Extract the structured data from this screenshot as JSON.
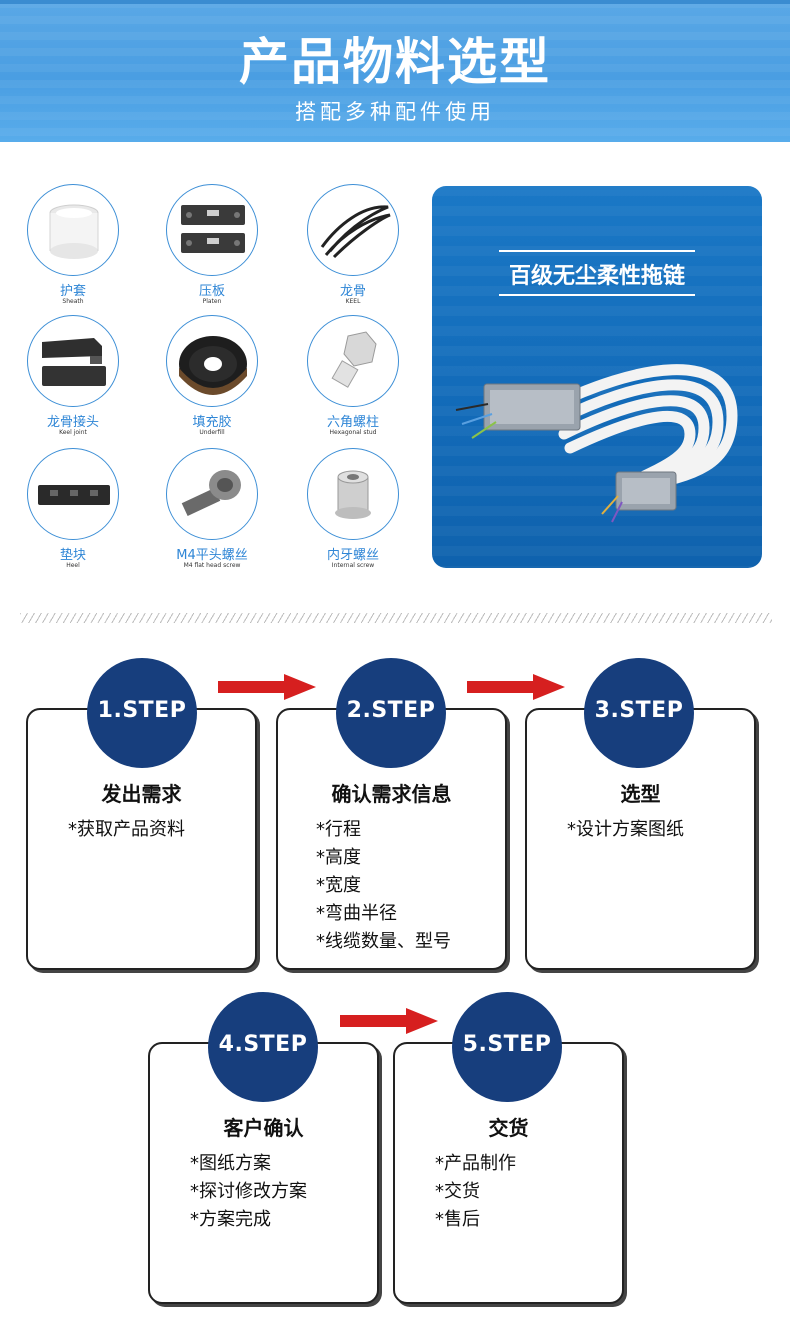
{
  "header": {
    "title": "产品物料选型",
    "subtitle": "搭配多种配件使用"
  },
  "parts": [
    {
      "cn": "护套",
      "en": "Sheath",
      "icon": "sheath-icon"
    },
    {
      "cn": "压板",
      "en": "Platen",
      "icon": "platen-icon"
    },
    {
      "cn": "龙骨",
      "en": "KEEL",
      "icon": "keel-icon"
    },
    {
      "cn": "龙骨接头",
      "en": "Keel joint",
      "icon": "keel-joint-icon"
    },
    {
      "cn": "填充胶",
      "en": "Underfill",
      "icon": "underfill-icon"
    },
    {
      "cn": "六角螺柱",
      "en": "Hexagonal stud",
      "icon": "hexagonal-stud-icon"
    },
    {
      "cn": "垫块",
      "en": "Heel",
      "icon": "heel-icon"
    },
    {
      "cn": "M4平头螺丝",
      "en": "M4 flat head screw",
      "icon": "flat-head-screw-icon"
    },
    {
      "cn": "内牙螺丝",
      "en": "Internal screw",
      "icon": "internal-screw-icon"
    }
  ],
  "feature": {
    "title": "百级无尘柔性拖链"
  },
  "steps": [
    {
      "label": "1.STEP",
      "title": "发出需求",
      "items": [
        "*获取产品资料"
      ]
    },
    {
      "label": "2.STEP",
      "title": "确认需求信息",
      "items": [
        "*行程",
        "*高度",
        "*宽度",
        "*弯曲半径",
        "*线缆数量、型号"
      ]
    },
    {
      "label": "3.STEP",
      "title": "选型",
      "items": [
        "*设计方案图纸"
      ]
    },
    {
      "label": "4.STEP",
      "title": "客户确认",
      "items": [
        "*图纸方案",
        "*探讨修改方案",
        "*方案完成"
      ]
    },
    {
      "label": "5.STEP",
      "title": "交货",
      "items": [
        "*产品制作",
        "*交货",
        "*售后"
      ]
    }
  ],
  "colors": {
    "banner": "#4a9ee2",
    "part_label": "#2f86d6",
    "feature_card": "#126ab8",
    "step_circle": "#173e7d",
    "arrow": "#d61f1f"
  }
}
